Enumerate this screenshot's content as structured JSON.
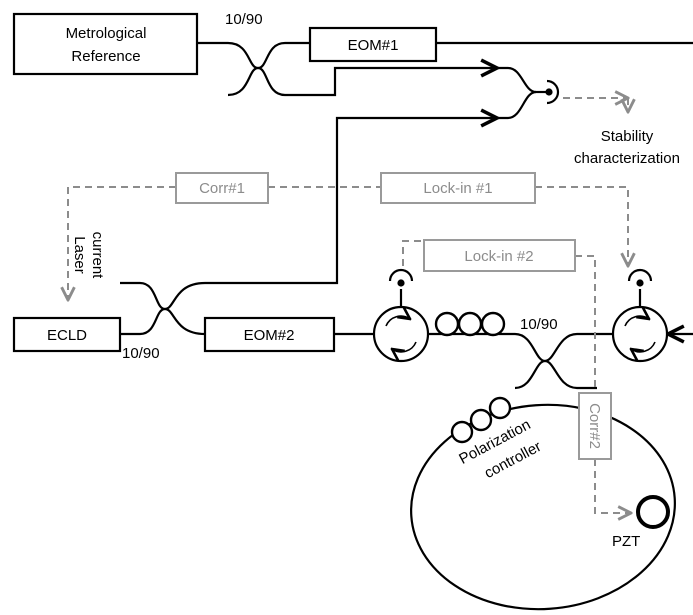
{
  "blocks": {
    "metrological_reference": [
      "Metrological",
      "Reference"
    ],
    "eom1": "EOM#1",
    "eom2": "EOM#2",
    "ecld": "ECLD"
  },
  "couplers": {
    "top_ratio": "10/90",
    "bottom_ratio": "10/90",
    "right_ratio": "10/90"
  },
  "control": {
    "corr1": "Corr#1",
    "lockin1": "Lock-in #1",
    "lockin2": "Lock-in #2",
    "corr2": "Corr#2"
  },
  "labels": {
    "stability": [
      "Stability",
      "characterization"
    ],
    "laser_current": [
      "Laser",
      "current"
    ],
    "polarization": [
      "Polarization",
      "controller"
    ],
    "pzt": "PZT"
  },
  "colors": {
    "fiber": "#000000",
    "control": "#8c8c8c"
  }
}
